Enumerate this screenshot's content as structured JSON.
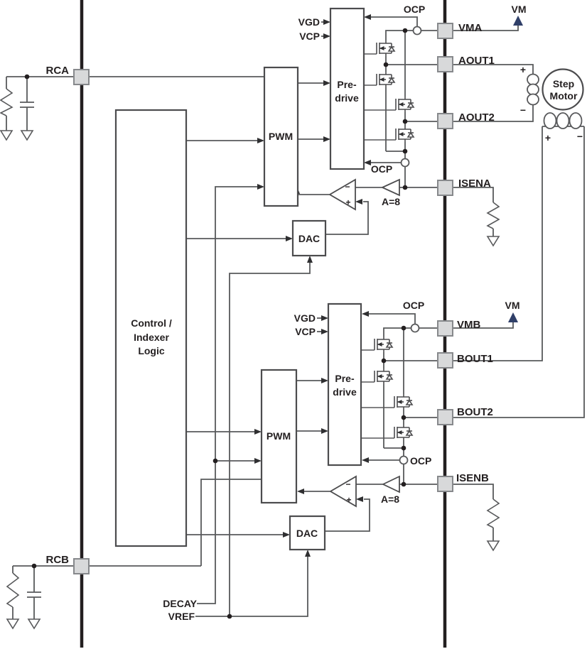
{
  "diagram": {
    "pins": {
      "rca": "RCA",
      "rcb": "RCB",
      "vma": "VMA",
      "aout1": "AOUT1",
      "aout2": "AOUT2",
      "isena": "ISENA",
      "vmb": "VMB",
      "bout1": "BOUT1",
      "bout2": "BOUT2",
      "isenb": "ISENB"
    },
    "signals": {
      "vm": "VM",
      "ocp": "OCP",
      "vgd": "VGD",
      "vcp": "VCP",
      "decay": "DECAY",
      "vref": "VREF"
    },
    "blocks": {
      "control_line1": "Control /",
      "control_line2": "Indexer",
      "control_line3": "Logic",
      "pwm": "PWM",
      "predrive_line1": "Pre-",
      "predrive_line2": "drive",
      "dac": "DAC",
      "amp_gain": "A=8",
      "motor_line1": "Step",
      "motor_line2": "Motor"
    },
    "polarity": {
      "plus": "+",
      "minus": "−"
    },
    "comparator": {
      "minus": "−",
      "plus": "+"
    },
    "colors": {
      "wire": "#58595b",
      "bus": "#231f20",
      "block_border": "#4c4c4e",
      "pin_fill": "#d8d9da",
      "pin_border": "#87898c",
      "vm_arrow": "#2f3f68",
      "text": "#231f20"
    }
  }
}
